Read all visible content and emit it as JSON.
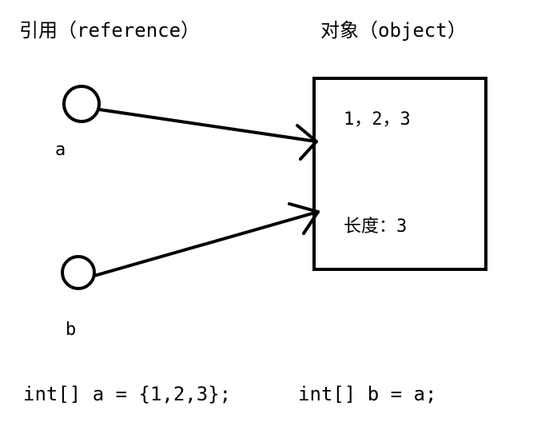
{
  "headings": {
    "reference": "引用（reference）",
    "object": "对象（object）"
  },
  "variables": {
    "a": "a",
    "b": "b"
  },
  "object_box": {
    "values": "1，2，3",
    "length": "长度：3"
  },
  "code": {
    "line_a": "int[] a = {1,2,3};",
    "line_b": "int[] b = a;"
  },
  "colors": {
    "stroke": "#000000",
    "background": "#ffffff"
  }
}
